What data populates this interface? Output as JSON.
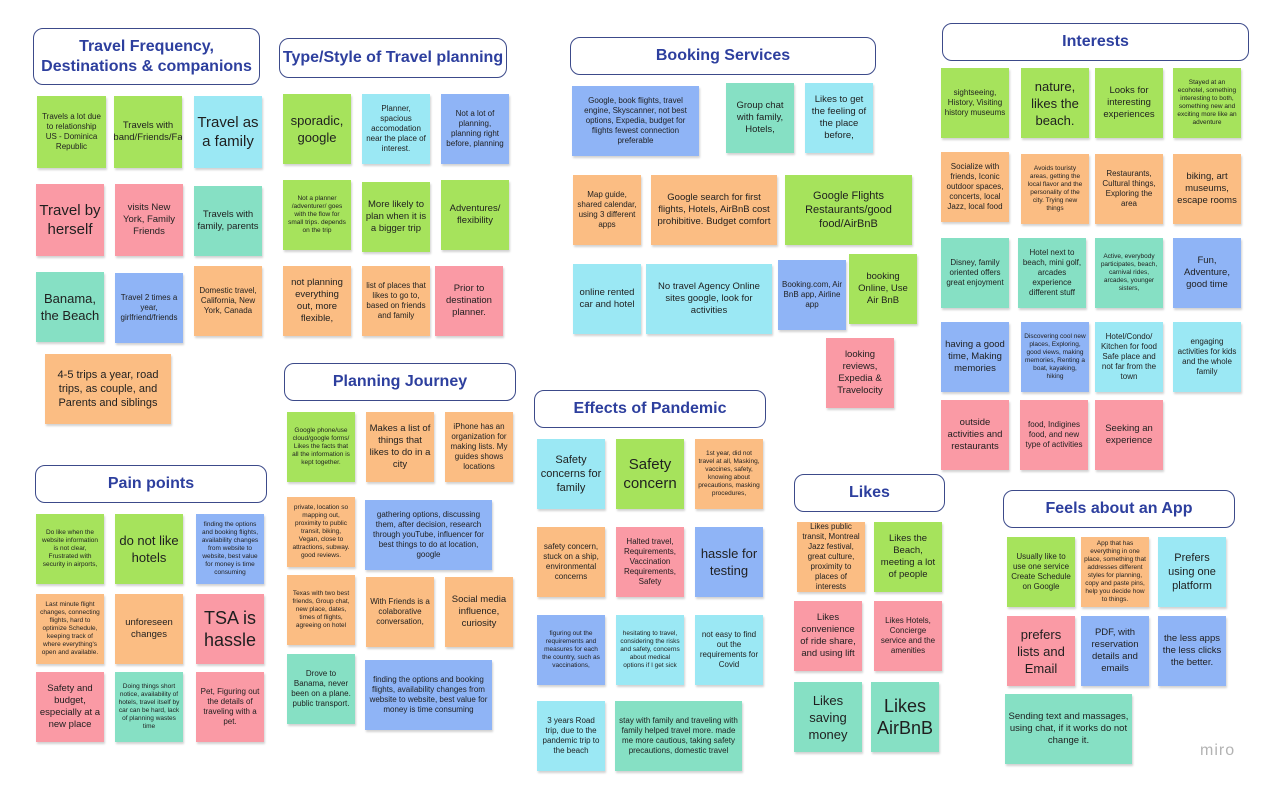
{
  "headers": {
    "travel_frequency": "Travel Frequency, Destinations & companions",
    "type_style": "Type/Style of Travel planning",
    "booking": "Booking Services",
    "interests": "Interests",
    "planning_journey": "Planning Journey",
    "pandemic": "Effects of Pandemic",
    "pain_points": "Pain points",
    "likes": "Likes",
    "feels_app": "Feels about an App"
  },
  "notes": {
    "tf1": "Travels a lot due to relationship US - Dominica Republic",
    "tf2": "Travels with Husband/Friends/Family",
    "tf3": "Travel as a family",
    "tf4": "Travel by herself",
    "tf5": "visits New York, Family Friends",
    "tf6": "Travels with family, parents",
    "tf7": "Banama, the Beach",
    "tf8": "Travel 2 times a year, girlfriend/friends",
    "tf9": "Domestic travel, California, New York, Canada",
    "tf10": "4-5 trips a year, road trips, as couple, and Parents and siblings",
    "ts1": "sporadic, google",
    "ts2": "Planner, spacious accomodation near the place of interest.",
    "ts3": "Not a lot of planning, planning right before, planning",
    "ts4": "Not a planner /adventurer/ goes with the flow for small trips. depends on the trip",
    "ts5": "More likely to plan when it is a bigger trip",
    "ts6": "Adventures/ flexibility",
    "ts7": "not planning everything out, more flexible,",
    "ts8": "list of places that likes to go to, based on friends and family",
    "ts9": "Prior to destination planner.",
    "bk1": "Google, book flights, travel engine, Skyscanner, not best options, Expedia, budget for flights fewest connection preferable",
    "bk2": "Group chat with family, Hotels,",
    "bk3": "Likes to get the feeling of the place before,",
    "bk4": "Map guide, shared calendar, using 3 different apps",
    "bk5": "Google search for first flights, Hotels, AirBnB cost prohibitive. Budget comfort",
    "bk6": "Google Flights Restaurants/good food/AirBnB",
    "bk7": "online rented car and hotel",
    "bk8": "No travel Agency Online sites google, look for activities",
    "bk9": "Booking.com, Air BnB app, Airline app",
    "bk10": "booking Online, Use Air BnB",
    "bk11": "looking reviews, Expedia & Travelocity",
    "in1": "sightseeing, History, Visiting history museums",
    "in2": "nature, likes the beach.",
    "in3": "Looks for interesting experiences",
    "in4": "Stayed at an ecohotel, something interesting to both, something new and exciting more like an adventure",
    "in5": "Socialize with friends, Iconic outdoor spaces, concerts, local Jazz, local food",
    "in6": "Avoids touristy areas, getting the local flavor and the personality of the city. Trying new things",
    "in7": "Restaurants, Cultural things, Exploring the area",
    "in8": "biking, art museums, escape rooms",
    "in9": "Disney, family oriented offers great enjoyment",
    "in10": "Hotel next to beach, mini golf, arcades experience different stuff",
    "in11": "Active, everybody participates, beach, carnival rides, arcades, younger sisters,",
    "in12": "Fun, Adventure, good time",
    "in13": "having a good time, Making memories",
    "in14": "Discovering cool new places, Exploring, good views, making memories, Renting a boat, kayaking, hiking",
    "in15": "Hotel/Condo/ Kitchen for food Safe place and not far from the town",
    "in16": "engaging activities for kids and the whole family",
    "in17": "outside activities and restaurants",
    "in18": "food, Indigines food, and new type of activities",
    "in19": "Seeking an experience",
    "pj1": "Google phone/use cloud/google forms/ Likes the facts that all the information is kept together.",
    "pj2": "Makes a list of things that likes to do in a city",
    "pj3": "iPhone has an organization for making lists. My guides shows locations",
    "pj4": "private, location so mapping out, proximity to public transit, biking, Vegan, close to attractions, subway. good reviews.",
    "pj5": "gathering options, discussing them, after decision, research through youTube, influencer for best things to do at location, google",
    "pj6": "Texas with two best friends, Group chat, new place, dates, times of flights, agreeing on hotel",
    "pj7": "With Friends is a colaborative conversation,",
    "pj8": "Social media influence, curiosity",
    "pj9": "Drove to Banama, never been on a plane. public transport.",
    "pj10": "finding the options and booking flights, availability changes from website to website, best value for money is time consuming",
    "ep1": "Safety concerns for family",
    "ep2": "Safety concern",
    "ep3": "1st year, did not travel at all, Masking, vaccines, safety, knowing about precautions, masking procedures,",
    "ep4": "safety concern, stuck on a ship, environmental concerns",
    "ep5": "Halted travel, Requirements, Vaccination Requirements, Safety",
    "ep6": "hassle for testing",
    "ep7": "figuring out the requirements and measures for each the country, such as vaccinations,",
    "ep8": "hesitating to travel, considering the risks and safety, concerns about medical options if I get sick",
    "ep9": "not easy to find out the requirements for Covid",
    "ep10": "3 years Road trip, due to the pandemic trip to the beach",
    "ep11": "stay with family and traveling with family helped travel more. made me more cautious, taking safety precautions, domestic travel",
    "pp1": "Do like when the website information is not clear, Frustrated with security in airports,",
    "pp2": "do not like hotels",
    "pp3": "finding the options and booking flights, availability changes from website to website, best value for money is time consuming",
    "pp4": "Last minute flight changes, connecting flights, hard to optimize Schedule, keeping track of where everything's open and available.",
    "pp5": "unforeseen changes",
    "pp6": "TSA is hassle",
    "pp7": "Safety and budget, especially at a new place",
    "pp8": "Doing things short notice, availability of hotels, travel itself by car can be hard, lack of planning wastes time",
    "pp9": "Pet, Figuring out the details of traveling with a pet.",
    "lk1": "Likes public transit, Montreal Jazz festival, great culture, proximity to places of interests",
    "lk2": "Likes the Beach, meeting a lot of people",
    "lk3": "Likes convenience of ride share, and using lift",
    "lk4": "Likes Hotels, Concierge service and the amenities",
    "lk5": "Likes saving money",
    "lk6": "Likes AirBnB",
    "fa1": "Usually like to use one service Create Schedule on Google",
    "fa2": "App that has everything in one place, something that addresses different styles for planning, copy and paste pins, help you decide how to things.",
    "fa3": "Prefers using one platform",
    "fa4": "prefers lists and Email",
    "fa5": "PDF, with reservation details and emails",
    "fa6": "the less apps the less clicks the better.",
    "fa7": "Sending text and massages, using chat, if it works do not change it."
  },
  "brand": {
    "logo": "miro"
  },
  "colors": {
    "green": "#a6e35c",
    "blue": "#8fb4f6",
    "cyan": "#9be8f4",
    "pink": "#fa9aa5",
    "orange": "#fbbd83",
    "teal": "#86e0c4",
    "header_text": "#2d3f9e"
  }
}
